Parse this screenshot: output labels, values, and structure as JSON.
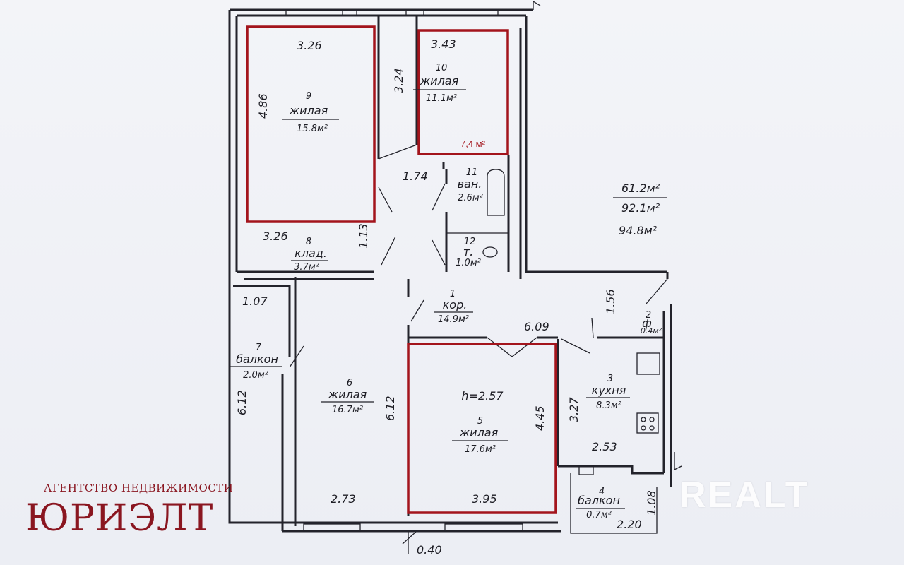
{
  "totals": {
    "living": "61.2м²",
    "total": "92.1м²",
    "with_balconies": "94.8м²"
  },
  "ceiling_height": "h=2.57",
  "highlight_note": "7,4 м²",
  "rooms": [
    {
      "num": "9",
      "name": "жилая",
      "area": "15.8м²"
    },
    {
      "num": "10",
      "name": "жилая",
      "area": "11.1м²"
    },
    {
      "num": "11",
      "name": "ван.",
      "area": "2.6м²"
    },
    {
      "num": "12",
      "name": "т.",
      "area": "1.0м²"
    },
    {
      "num": "8",
      "name": "клад.",
      "area": "3.7м²"
    },
    {
      "num": "1",
      "name": "кор.",
      "area": "14.9м²"
    },
    {
      "num": "2",
      "name": "ф",
      "area": "0.4м²"
    },
    {
      "num": "3",
      "name": "кухня",
      "area": "8.3м²"
    },
    {
      "num": "4",
      "name": "балкон",
      "area": "0.7м²"
    },
    {
      "num": "5",
      "name": "жилая",
      "area": "17.6м²"
    },
    {
      "num": "6",
      "name": "жилая",
      "area": "16.7м²"
    },
    {
      "num": "7",
      "name": "балкон",
      "area": "2.0м²"
    }
  ],
  "dimensions": {
    "d_326_top": "3.26",
    "d_486": "4.86",
    "d_343": "3.43",
    "d_324": "3.24",
    "d_174": "1.74",
    "d_326_bottom": "3.26",
    "d_113": "1.13",
    "d_107": "1.07",
    "d_156": "1.56",
    "d_609": "6.09",
    "d_612_left": "6.12",
    "d_612_mid": "6.12",
    "d_445": "4.45",
    "d_327": "3.27",
    "d_253": "2.53",
    "d_273": "2.73",
    "d_395": "3.95",
    "d_108": "1.08",
    "d_220": "2.20",
    "d_040": "0.40"
  },
  "agency": {
    "tagline": "АГЕНТСТВО НЕДВИЖИМОСТИ",
    "name": "ЮРИЭЛТ"
  },
  "watermark": "REALT",
  "colors": {
    "highlight": "#a3141c",
    "agency": "#8a1620"
  }
}
